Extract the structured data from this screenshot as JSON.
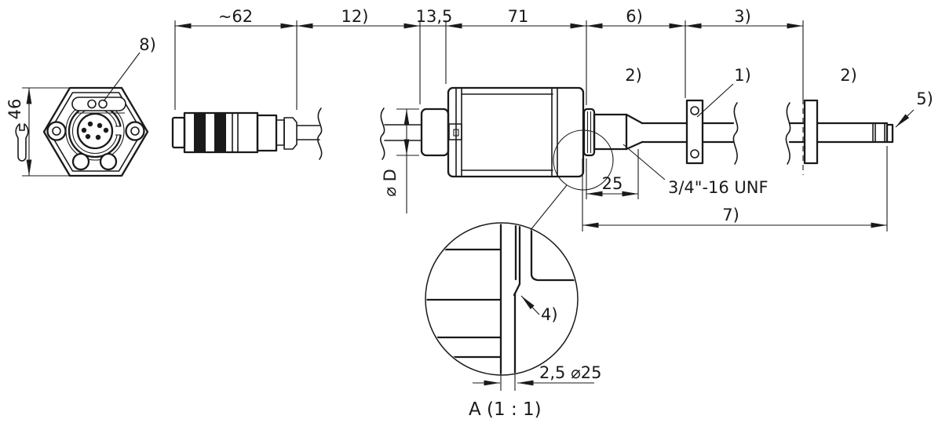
{
  "colors": {
    "ink": "#1a1a1a",
    "paper": "#ffffff"
  },
  "top_dims": {
    "seg62": "~62",
    "seg12": "12)",
    "seg135": "13,5",
    "seg71": "71",
    "seg6": "6)",
    "seg3": "3)"
  },
  "left_view": {
    "callout": "8)",
    "across_flats": "46"
  },
  "main_view": {
    "dia_label": "⌀ D",
    "thread_len": "25",
    "thread_spec": "3/4\"-16 UNF",
    "zone_left": "2)",
    "clamp": "1)",
    "zone_right": "2)",
    "tip": "5)",
    "total_len": "7)"
  },
  "detail_view": {
    "callout": "4)",
    "dim": "2,5 ⌀25",
    "title": "A  (1 : 1)"
  }
}
